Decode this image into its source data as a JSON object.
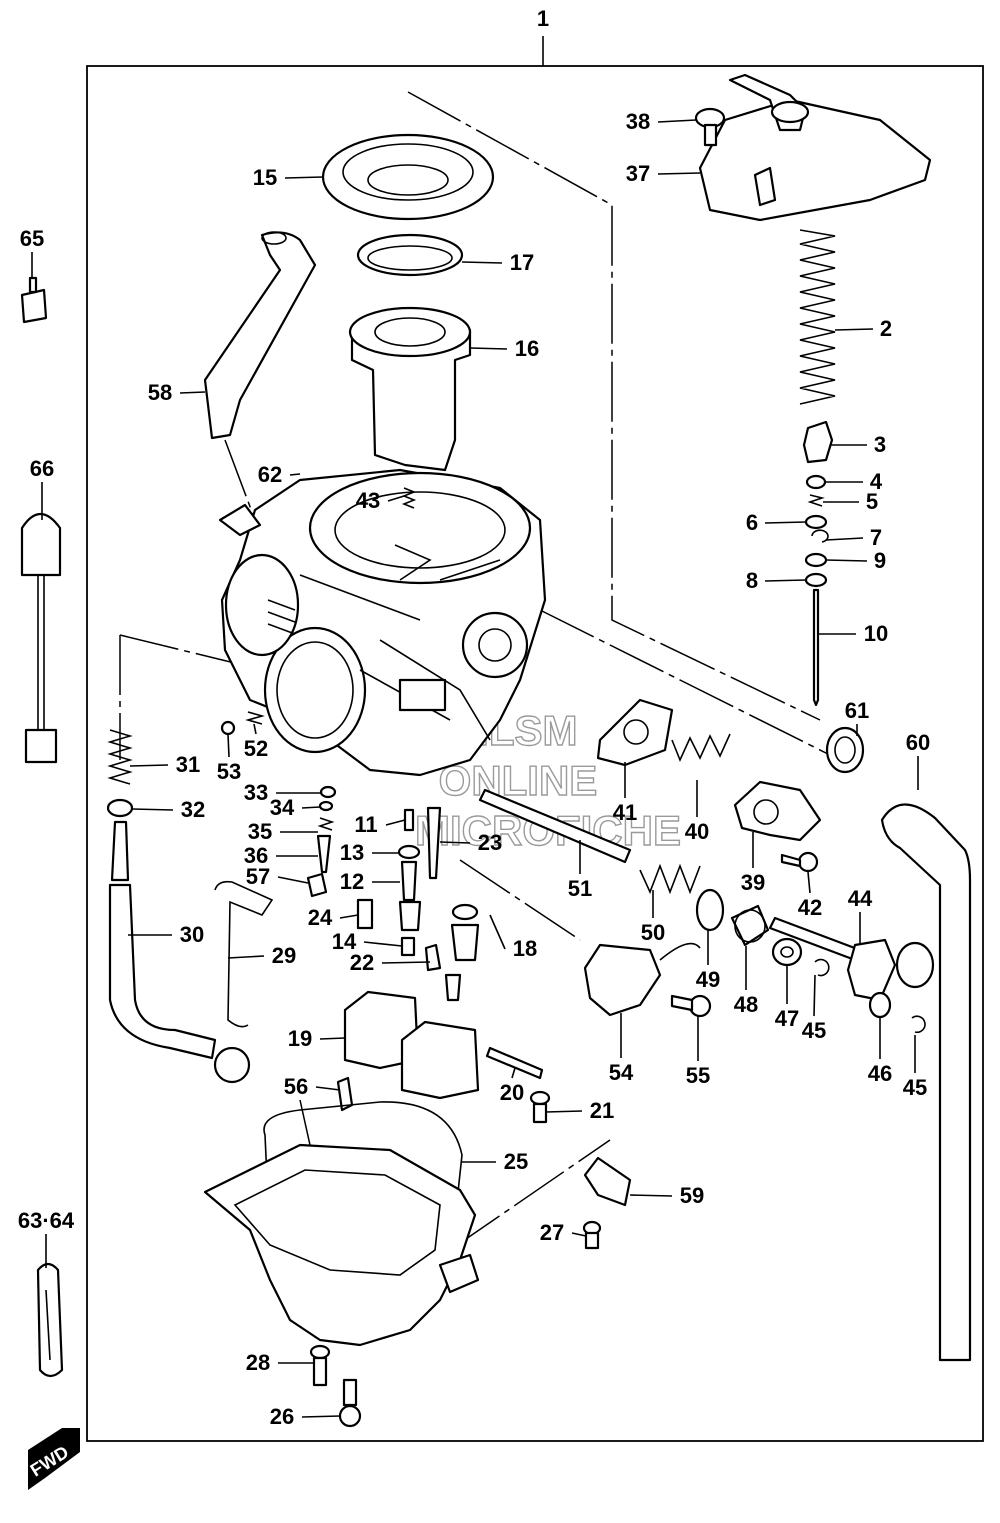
{
  "diagram": {
    "callouts": [
      {
        "id": "1",
        "text": "1"
      },
      {
        "id": "2",
        "text": "2"
      },
      {
        "id": "3",
        "text": "3"
      },
      {
        "id": "4",
        "text": "4"
      },
      {
        "id": "5",
        "text": "5"
      },
      {
        "id": "6",
        "text": "6"
      },
      {
        "id": "7",
        "text": "7"
      },
      {
        "id": "8",
        "text": "8"
      },
      {
        "id": "9",
        "text": "9"
      },
      {
        "id": "10",
        "text": "10"
      },
      {
        "id": "11",
        "text": "11"
      },
      {
        "id": "12",
        "text": "12"
      },
      {
        "id": "13",
        "text": "13"
      },
      {
        "id": "14",
        "text": "14"
      },
      {
        "id": "15",
        "text": "15"
      },
      {
        "id": "16",
        "text": "16"
      },
      {
        "id": "17",
        "text": "17"
      },
      {
        "id": "18",
        "text": "18"
      },
      {
        "id": "19",
        "text": "19"
      },
      {
        "id": "20",
        "text": "20"
      },
      {
        "id": "21",
        "text": "21"
      },
      {
        "id": "22",
        "text": "22"
      },
      {
        "id": "23",
        "text": "23"
      },
      {
        "id": "24",
        "text": "24"
      },
      {
        "id": "25",
        "text": "25"
      },
      {
        "id": "26",
        "text": "26"
      },
      {
        "id": "27",
        "text": "27"
      },
      {
        "id": "28",
        "text": "28"
      },
      {
        "id": "29",
        "text": "29"
      },
      {
        "id": "30",
        "text": "30"
      },
      {
        "id": "31",
        "text": "31"
      },
      {
        "id": "32",
        "text": "32"
      },
      {
        "id": "33",
        "text": "33"
      },
      {
        "id": "34",
        "text": "34"
      },
      {
        "id": "35",
        "text": "35"
      },
      {
        "id": "36",
        "text": "36"
      },
      {
        "id": "37",
        "text": "37"
      },
      {
        "id": "38",
        "text": "38"
      },
      {
        "id": "39",
        "text": "39"
      },
      {
        "id": "40",
        "text": "40"
      },
      {
        "id": "41",
        "text": "41"
      },
      {
        "id": "42",
        "text": "42"
      },
      {
        "id": "43",
        "text": "43"
      },
      {
        "id": "44",
        "text": "44"
      },
      {
        "id": "45a",
        "text": "45"
      },
      {
        "id": "45b",
        "text": "45"
      },
      {
        "id": "46",
        "text": "46"
      },
      {
        "id": "47",
        "text": "47"
      },
      {
        "id": "48",
        "text": "48"
      },
      {
        "id": "49",
        "text": "49"
      },
      {
        "id": "50",
        "text": "50"
      },
      {
        "id": "51",
        "text": "51"
      },
      {
        "id": "52",
        "text": "52"
      },
      {
        "id": "53",
        "text": "53"
      },
      {
        "id": "54",
        "text": "54"
      },
      {
        "id": "55",
        "text": "55"
      },
      {
        "id": "56",
        "text": "56"
      },
      {
        "id": "57",
        "text": "57"
      },
      {
        "id": "58",
        "text": "58"
      },
      {
        "id": "59",
        "text": "59"
      },
      {
        "id": "60",
        "text": "60"
      },
      {
        "id": "61",
        "text": "61"
      },
      {
        "id": "62",
        "text": "62"
      },
      {
        "id": "63_64",
        "text": "63·64"
      },
      {
        "id": "65",
        "text": "65"
      },
      {
        "id": "66",
        "text": "66"
      }
    ],
    "watermark": [
      "HLSM",
      "ONLINE",
      "MICROFICHE"
    ],
    "fwd_badge": "FWD"
  }
}
